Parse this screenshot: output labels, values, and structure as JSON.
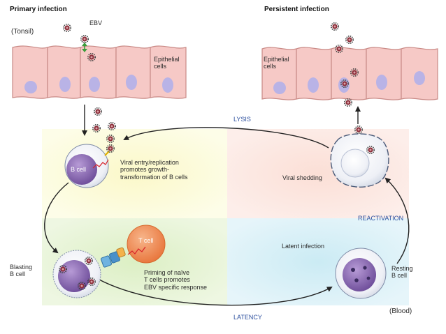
{
  "titles": {
    "primary": "Primary infection",
    "persistent": "Persistent infection"
  },
  "labels": {
    "tonsil": "(Tonsil)",
    "ebv": "EBV",
    "epithelial_left": "Epithelial\ncells",
    "epithelial_right": "Epithelial\ncells",
    "lysis": "LYSIS",
    "latency": "LATENCY",
    "reactivation": "REACTIVATION",
    "b_cell": "B cell",
    "t_cell": "T cell",
    "viral_entry": "Viral entry/replication\npromotes growth-\ntransformation of B cells",
    "viral_shedding": "Viral shedding",
    "blasting": "Blasting\nB cell",
    "priming": "Priming of naïve\nT cells promotes\nEBV specific response",
    "latent": "Latent infection",
    "resting": "Resting\nB cell",
    "blood": "(Blood)"
  },
  "colors": {
    "epithelial_fill": "#f6c9c6",
    "epithelial_stroke": "#c98a86",
    "nucleus": "#b9b3e6",
    "b_cell": "#7e5aa6",
    "t_cell": "#f29058",
    "virus": "#8c2f3a",
    "label_blue": "#2c4f9e"
  }
}
